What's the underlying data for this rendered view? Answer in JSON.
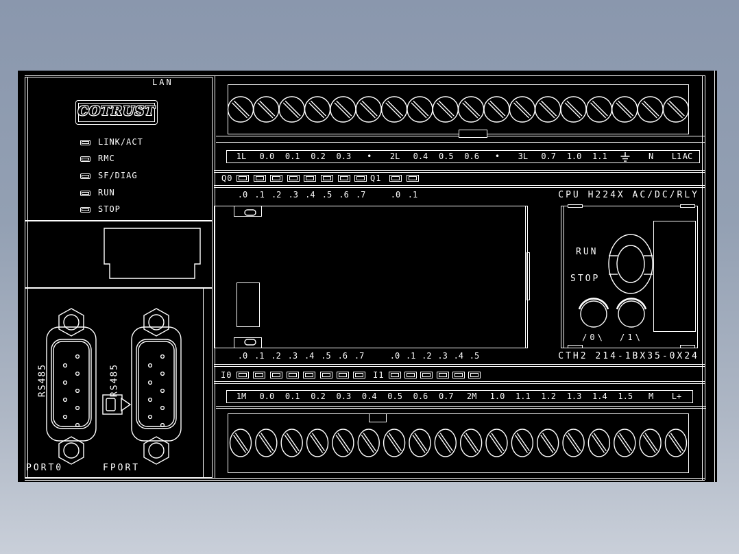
{
  "colors": {
    "background_top": "#8a97ad",
    "background_bottom": "#c9cfd9",
    "canvas": "#000000",
    "line_art": "#ffffff"
  },
  "left_panel": {
    "lan_label": "LAN",
    "brand": "COTRUST",
    "status_leds": [
      "LINK/ACT",
      "RMC",
      "SF/DIAG",
      "RUN",
      "STOP"
    ],
    "port_left": {
      "bus_label": "RS485",
      "name": "PORT0"
    },
    "port_right": {
      "bus_label": "RS485",
      "name": "FPORT"
    },
    "card_icon": "memory-card-eject-icon"
  },
  "io": {
    "top_terminals": [
      "1L",
      "0.0",
      "0.1",
      "0.2",
      "0.3",
      "•",
      "2L",
      "0.4",
      "0.5",
      "0.6",
      "•",
      "3L",
      "0.7",
      "1.0",
      "1.1",
      "⏚",
      "N",
      "L1",
      "AC"
    ],
    "q0_label": "Q0",
    "q0_count": 8,
    "q0_numbers": [
      ".0",
      ".1",
      ".2",
      ".3",
      ".4",
      ".5",
      ".6",
      ".7"
    ],
    "q1_label": "Q1",
    "q1_count": 2,
    "q1_numbers": [
      ".0",
      ".1"
    ],
    "cpu_model": "CPU H224X AC/DC/RLY",
    "i0_label": "I0",
    "i0_count": 8,
    "i0_numbers": [
      ".0",
      ".1",
      ".2",
      ".3",
      ".4",
      ".5",
      ".6",
      ".7"
    ],
    "i1_label": "I1",
    "i1_count": 6,
    "i1_numbers": [
      ".0",
      ".1",
      ".2",
      ".3",
      ".4",
      ".5"
    ],
    "order_model": "CTH2 214-1BX35-0X24",
    "bottom_terminals": [
      "1M",
      "0.0",
      "0.1",
      "0.2",
      "0.3",
      "0.4",
      "0.5",
      "0.6",
      "0.7",
      "2M",
      "1.0",
      "1.1",
      "1.2",
      "1.3",
      "1.4",
      "1.5",
      "M",
      "L+"
    ],
    "top_screw_count": 18,
    "bottom_screw_count": 18
  },
  "right_panel": {
    "run_label": "RUN",
    "stop_label": "STOP",
    "pot0_label": "/0\\",
    "pot1_label": "/1\\"
  }
}
